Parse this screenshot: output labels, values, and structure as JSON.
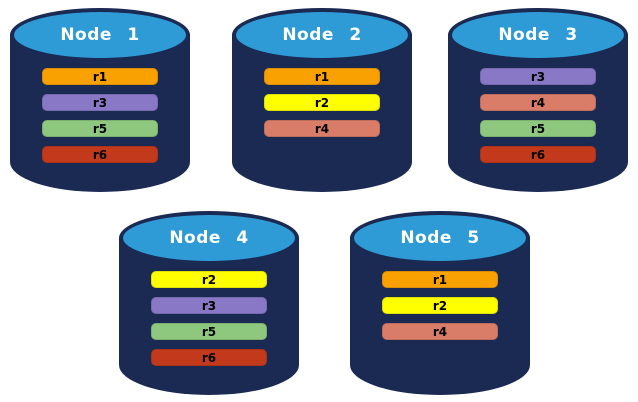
{
  "diagram": {
    "description": "Five database node cylinders showing replica placement",
    "colors": {
      "cylinder_body": "#1A2A52",
      "cylinder_top": "#2E9BD6",
      "node_label_text": "#FFFFFF",
      "replica_label_text": "#000000",
      "replica_colors": {
        "r1": "#F8A100",
        "r2": "#FFFF00",
        "r3": "#8878C6",
        "r4": "#D97D68",
        "r5": "#8EC87E",
        "r6": "#C23A1B"
      }
    },
    "nodes": [
      {
        "label": "Node 1",
        "replicas": [
          "r1",
          "r3",
          "r5",
          "r6"
        ]
      },
      {
        "label": "Node 2",
        "replicas": [
          "r1",
          "r2",
          "r4"
        ]
      },
      {
        "label": "Node 3",
        "replicas": [
          "r3",
          "r4",
          "r5",
          "r6"
        ]
      },
      {
        "label": "Node 4",
        "replicas": [
          "r2",
          "r3",
          "r5",
          "r6"
        ]
      },
      {
        "label": "Node 5",
        "replicas": [
          "r1",
          "r2",
          "r4"
        ]
      }
    ]
  }
}
